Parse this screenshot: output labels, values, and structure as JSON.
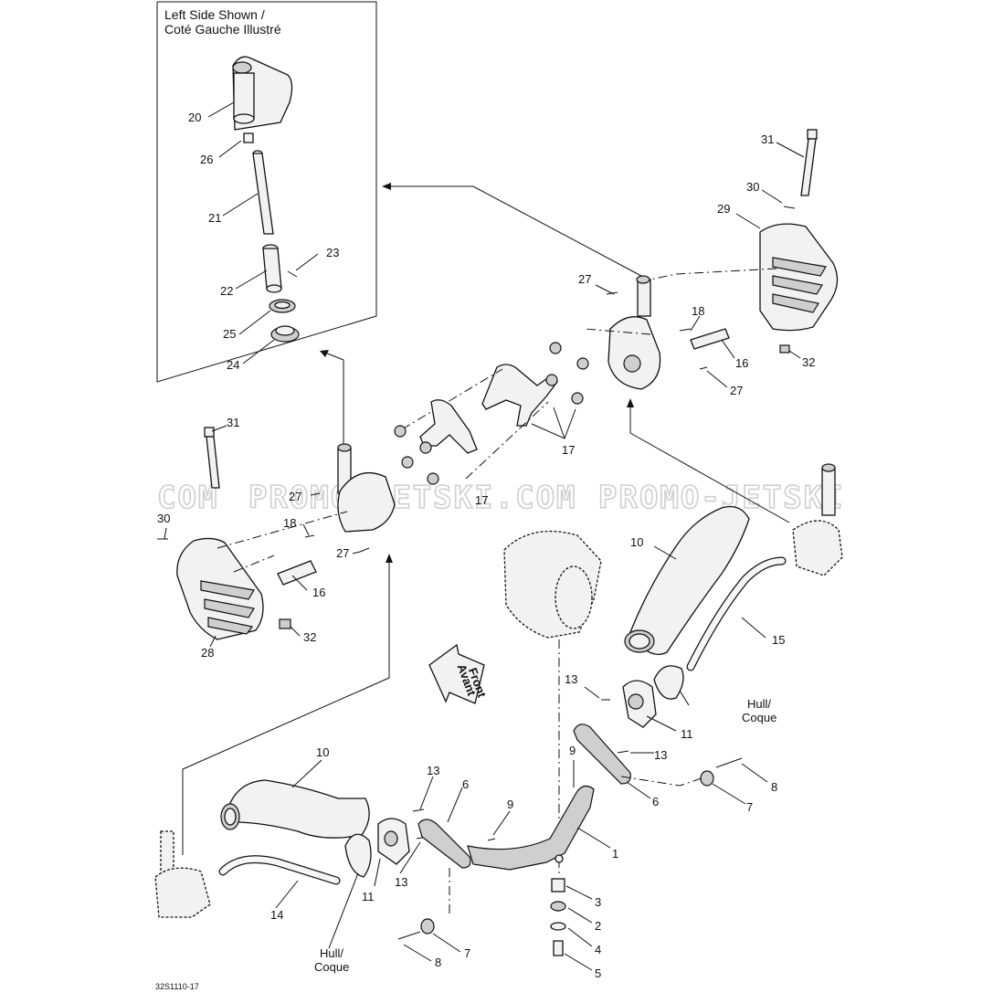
{
  "inset": {
    "title_line1": "Left Side Shown /",
    "title_line2": "Coté Gauche Illustré"
  },
  "watermark": {
    "text_left": "COM",
    "text_mid": "PROMO-JETSKI.COM",
    "text_right": "PROMO-JETSKI"
  },
  "front_arrow": {
    "line1": "Front",
    "line2": "Avant"
  },
  "hull_label": {
    "line1": "Hull/",
    "line2": "Coque"
  },
  "callouts": {
    "c1": "1",
    "c2": "2",
    "c3": "3",
    "c4": "4",
    "c5": "5",
    "c6": "6",
    "c7": "7",
    "c8": "8",
    "c9": "9",
    "c10": "10",
    "c11": "11",
    "c13": "13",
    "c14": "14",
    "c15": "15",
    "c16": "16",
    "c17": "17",
    "c18": "18",
    "c20": "20",
    "c21": "21",
    "c22": "22",
    "c23": "23",
    "c24": "24",
    "c25": "25",
    "c26": "26",
    "c27": "27",
    "c28": "28",
    "c29": "29",
    "c30": "30",
    "c31": "31",
    "c32": "32"
  },
  "figure_code": "32S1110-17"
}
